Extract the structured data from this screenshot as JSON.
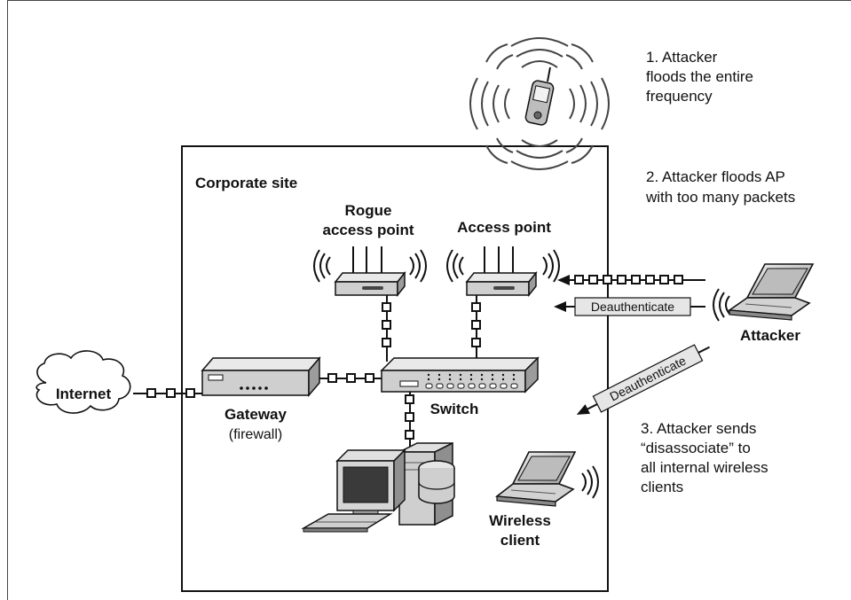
{
  "site_label": "Corporate site",
  "devices": {
    "rogue_ap_line1": "Rogue",
    "rogue_ap_line2": "access point",
    "access_point": "Access point",
    "internet": "Internet",
    "gateway": "Gateway",
    "gateway_sub": "(firewall)",
    "switch": "Switch",
    "wireless_client_line1": "Wireless",
    "wireless_client_line2": "client",
    "attacker": "Attacker"
  },
  "signals": {
    "deauth_ap": "Deauthenticate",
    "deauth_clients": "Deauthenticate"
  },
  "steps": {
    "step1": [
      "1. Attacker",
      "floods the entire",
      "frequency"
    ],
    "step2": [
      "2. Attacker floods AP",
      "with too many packets"
    ],
    "step3": [
      "3. Attacker sends",
      "“disassociate” to",
      "all internal wireless",
      "clients"
    ]
  },
  "colors": {
    "device_gray": "#c8c8c8",
    "device_dark": "#8a8a8a",
    "label_box": "#e6e6e6",
    "line": "#111111"
  }
}
